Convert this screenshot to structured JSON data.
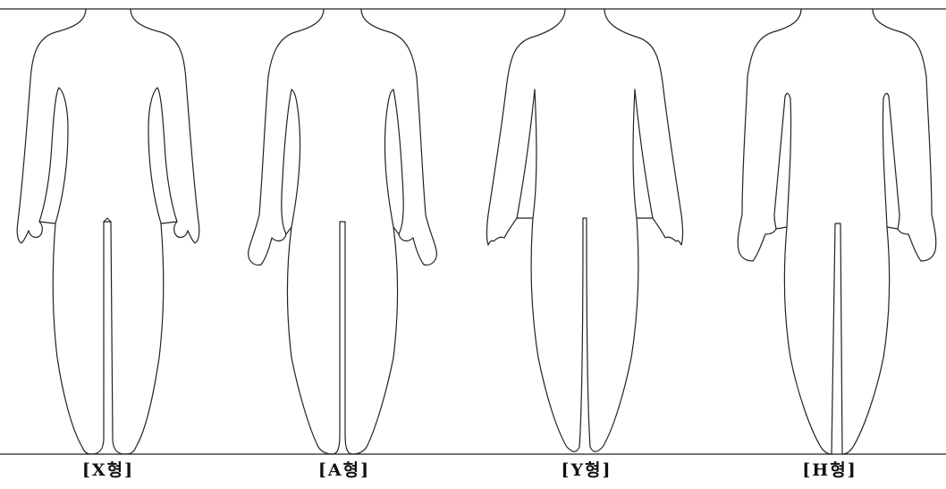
{
  "figure": {
    "silhouettes": [
      {
        "label": "[X형]"
      },
      {
        "label": "[A형]"
      },
      {
        "label": "[Y형]"
      },
      {
        "label": "[H형]"
      }
    ]
  },
  "colors": {
    "stroke": "#222222",
    "background": "#ffffff",
    "label": "#111111"
  }
}
